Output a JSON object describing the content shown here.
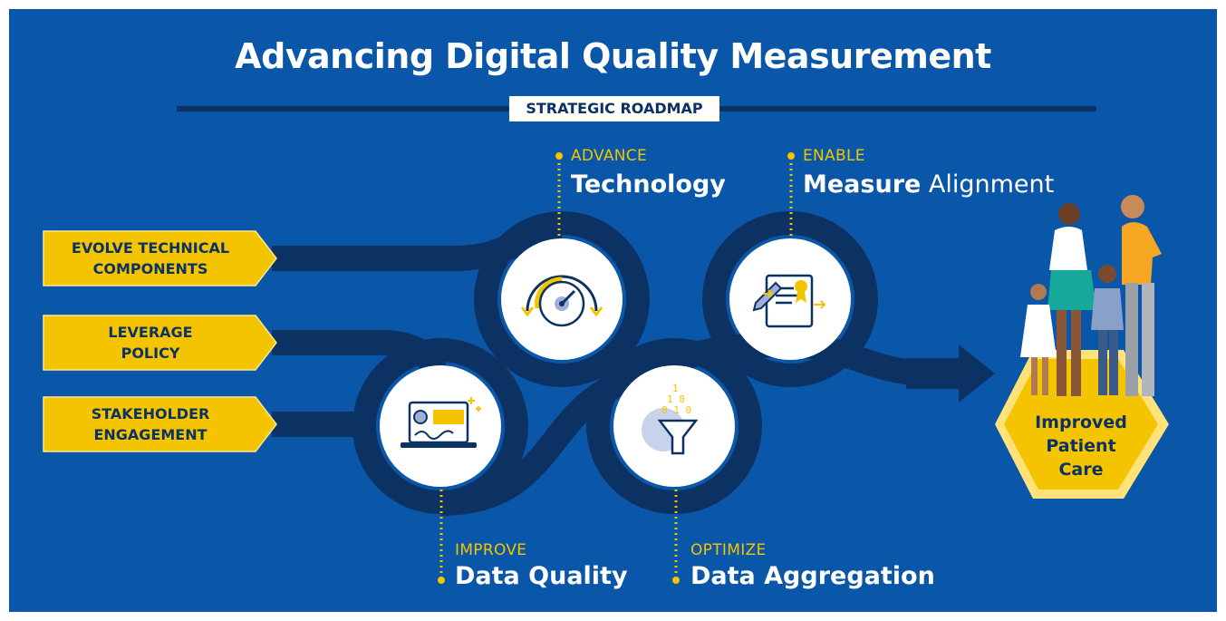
{
  "header": {
    "title": "Advancing Digital Quality Measurement",
    "subtitle": "STRATEGIC ROADMAP"
  },
  "inputs": [
    {
      "line1": "EVOLVE TECHNICAL",
      "line2": "COMPONENTS"
    },
    {
      "line1": "LEVERAGE",
      "line2": "POLICY"
    },
    {
      "line1": "STAKEHOLDER",
      "line2": "ENGAGEMENT"
    }
  ],
  "milestones": {
    "technology": {
      "verb": "ADVANCE",
      "title_bold": "Technology",
      "title_rest": "",
      "icon": "speedometer-icon"
    },
    "measure": {
      "verb": "ENABLE",
      "title_bold": "Measure",
      "title_rest": " Alignment",
      "icon": "certificate-icon"
    },
    "quality": {
      "verb": "IMPROVE",
      "title_bold": "Data Quality",
      "title_rest": "",
      "icon": "laptop-chart-icon"
    },
    "aggregation": {
      "verb": "OPTIMIZE",
      "title_bold": "Data Aggregation",
      "title_rest": "",
      "icon": "funnel-data-icon"
    }
  },
  "goal": {
    "line1": "Improved",
    "line2": "Patient",
    "line3": "Care",
    "icon": "family-icon"
  },
  "colors": {
    "background": "#0a56a8",
    "road": "#0c3263",
    "road_dark": "#082a55",
    "accent": "#f5c400",
    "text_light": "#ffffff"
  }
}
